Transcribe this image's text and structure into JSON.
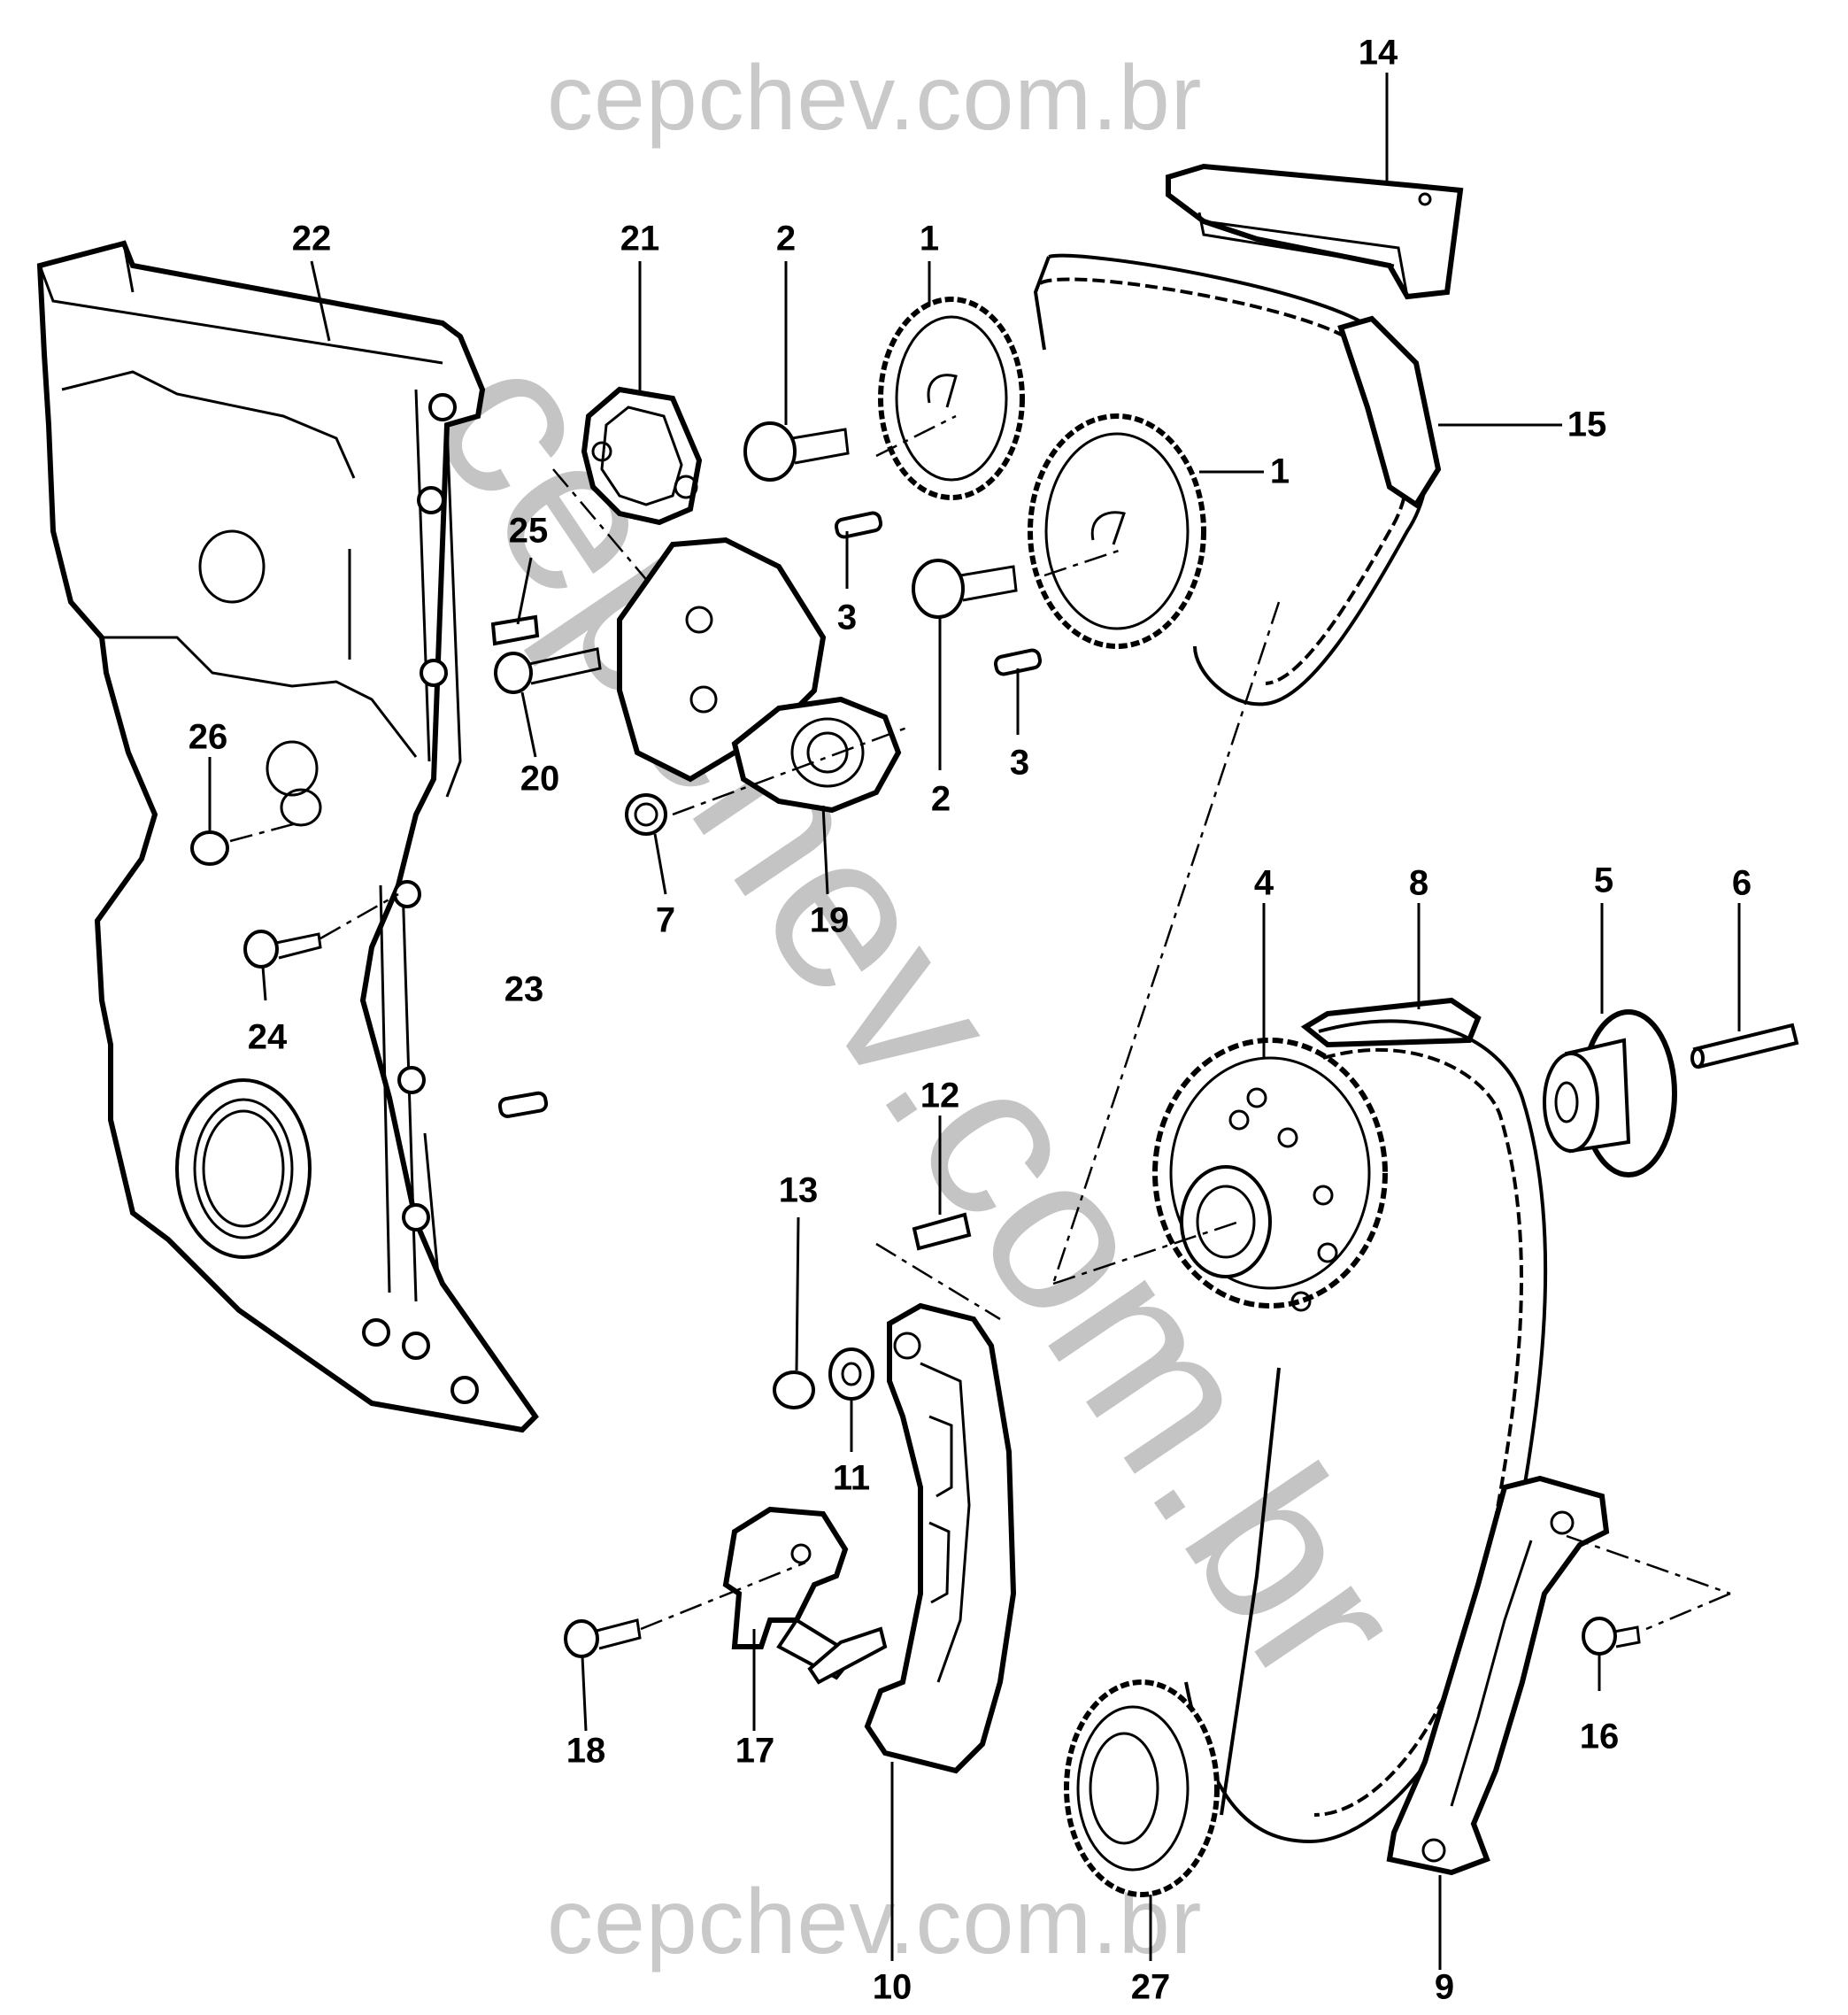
{
  "watermark": {
    "top": "cepchev.com.br",
    "bottom": "cepchev.com.br",
    "diagonal": "cepchev.com.br"
  },
  "callouts": [
    {
      "id": "c14",
      "label": "14"
    },
    {
      "id": "c22",
      "label": "22"
    },
    {
      "id": "c21",
      "label": "21"
    },
    {
      "id": "c2a",
      "label": "2"
    },
    {
      "id": "c1a",
      "label": "1"
    },
    {
      "id": "c15",
      "label": "15"
    },
    {
      "id": "c1b",
      "label": "1"
    },
    {
      "id": "c25",
      "label": "25"
    },
    {
      "id": "c3a",
      "label": "3"
    },
    {
      "id": "c3b",
      "label": "3"
    },
    {
      "id": "c26",
      "label": "26"
    },
    {
      "id": "c20",
      "label": "20"
    },
    {
      "id": "c2b",
      "label": "2"
    },
    {
      "id": "c7",
      "label": "7"
    },
    {
      "id": "c19",
      "label": "19"
    },
    {
      "id": "c4",
      "label": "4"
    },
    {
      "id": "c8",
      "label": "8"
    },
    {
      "id": "c5",
      "label": "5"
    },
    {
      "id": "c6",
      "label": "6"
    },
    {
      "id": "c24",
      "label": "24"
    },
    {
      "id": "c23",
      "label": "23"
    },
    {
      "id": "c12",
      "label": "12"
    },
    {
      "id": "c13",
      "label": "13"
    },
    {
      "id": "c11",
      "label": "11"
    },
    {
      "id": "c18",
      "label": "18"
    },
    {
      "id": "c17",
      "label": "17"
    },
    {
      "id": "c16",
      "label": "16"
    },
    {
      "id": "c10",
      "label": "10"
    },
    {
      "id": "c27",
      "label": "27"
    },
    {
      "id": "c9",
      "label": "9"
    }
  ]
}
